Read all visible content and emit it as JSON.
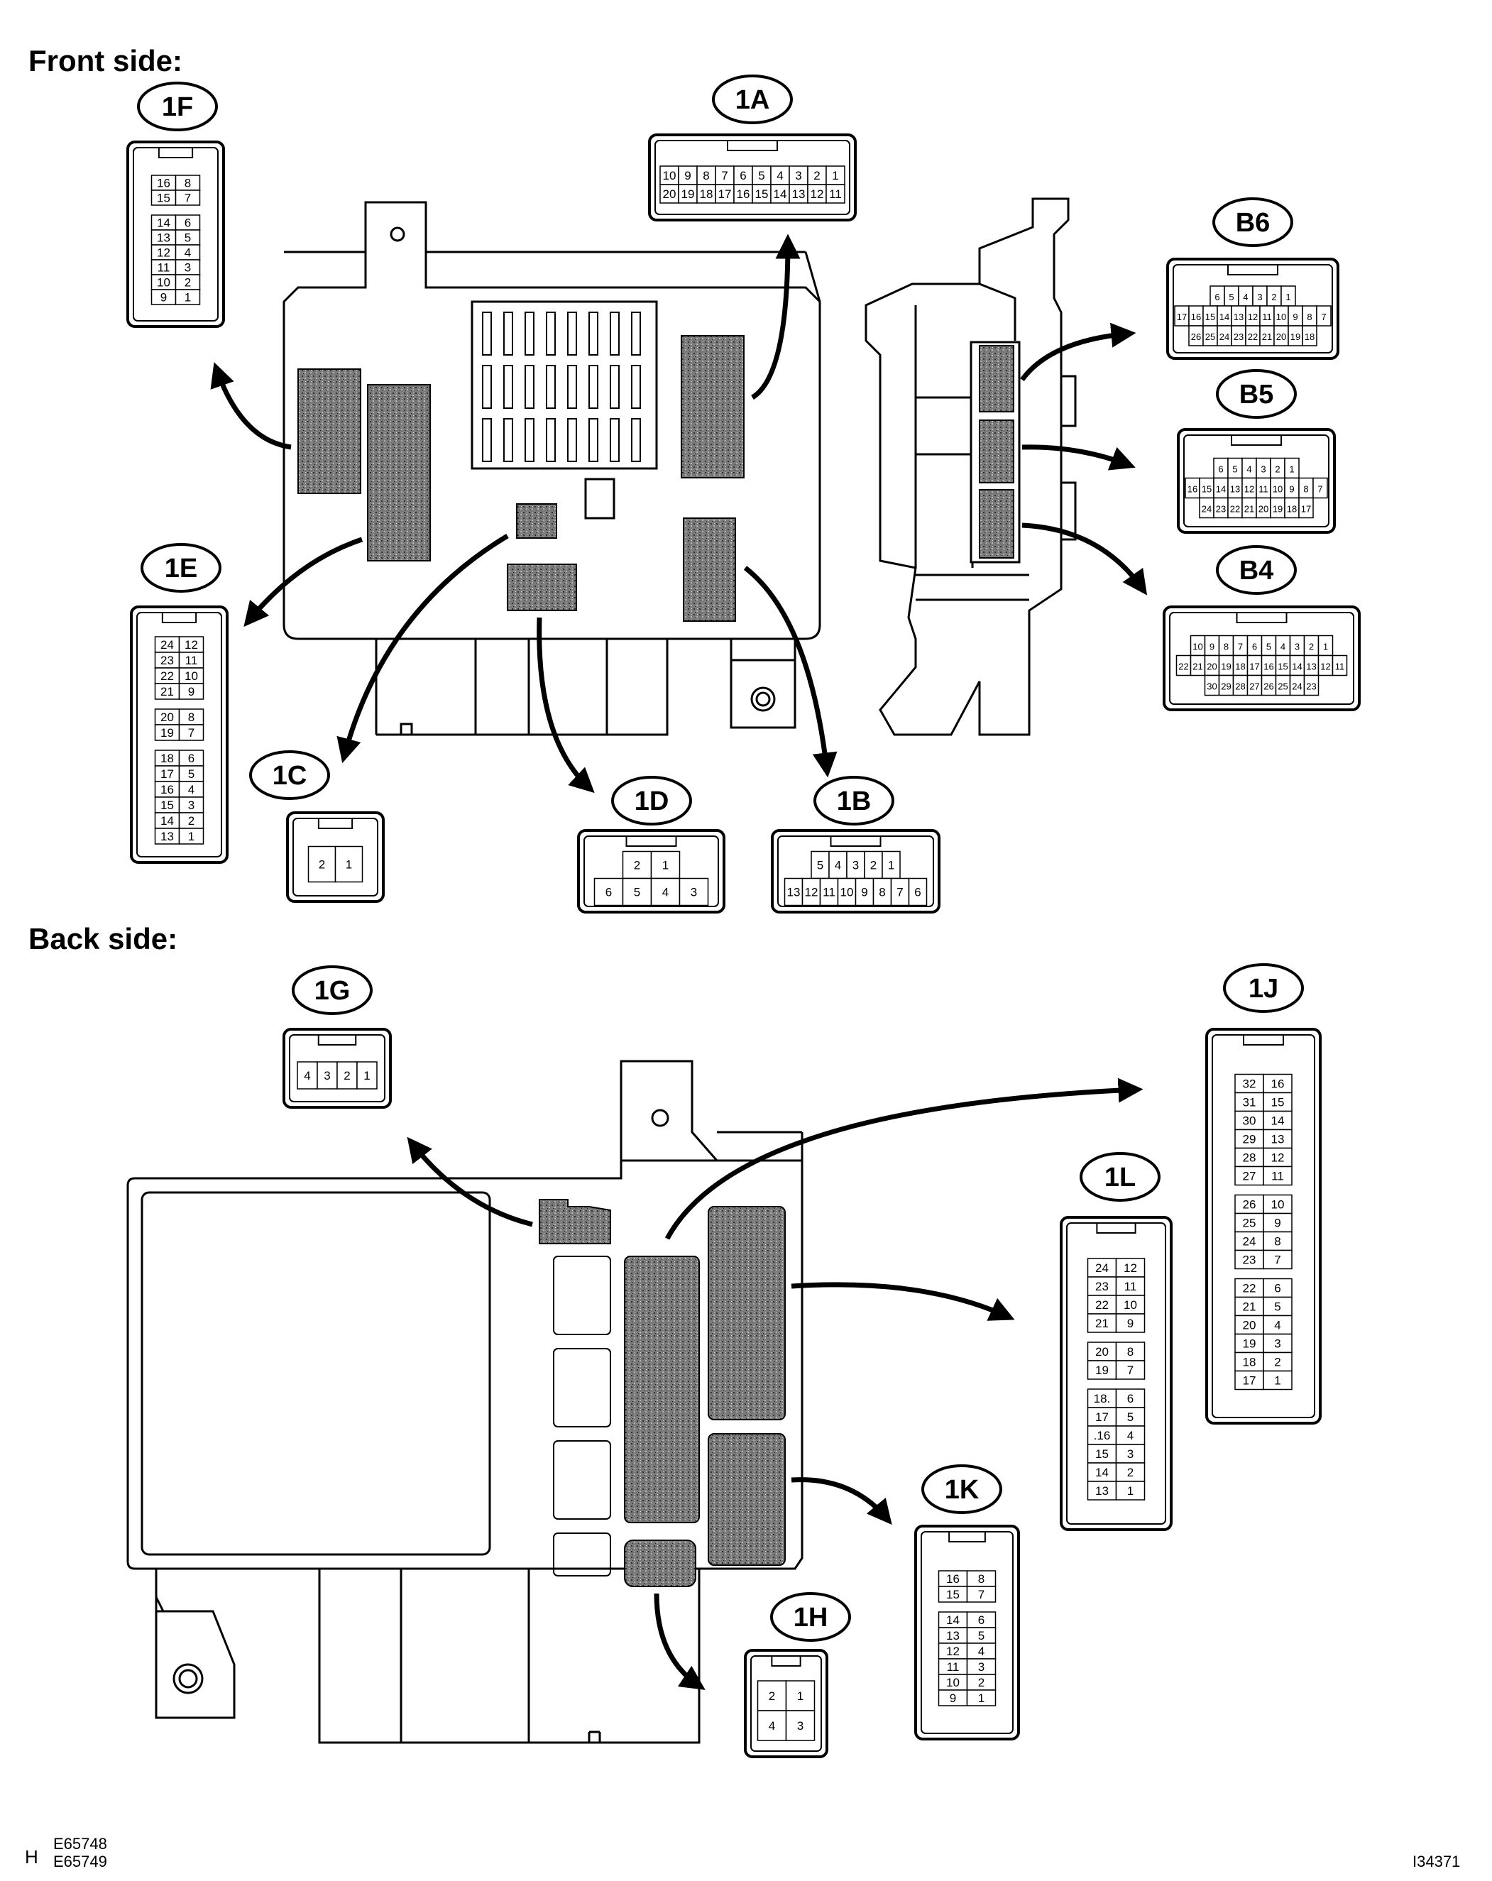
{
  "sections": {
    "front": "Front side:",
    "back": "Back side:"
  },
  "footer": {
    "prefix": "H",
    "codes": [
      "E65748",
      "E65749"
    ],
    "figure_id": "I34371"
  },
  "connectors": {
    "1F": {
      "label": "1F",
      "rows": [
        [
          "16",
          "8"
        ],
        [
          "15",
          "7"
        ],
        [
          "14",
          "6"
        ],
        [
          "13",
          "5"
        ],
        [
          "12",
          "4"
        ],
        [
          "11",
          "3"
        ],
        [
          "10",
          "2"
        ],
        [
          "9",
          "1"
        ]
      ]
    },
    "1A": {
      "label": "1A",
      "rows": [
        [
          "10",
          "9",
          "8",
          "7",
          "6",
          "5",
          "4",
          "3",
          "2",
          "1"
        ],
        [
          "20",
          "19",
          "18",
          "17",
          "16",
          "15",
          "14",
          "13",
          "12",
          "11"
        ]
      ]
    },
    "B6": {
      "label": "B6",
      "rows": [
        [
          "6",
          "5",
          "4",
          "3",
          "2",
          "1"
        ],
        [
          "17",
          "16",
          "15",
          "14",
          "13",
          "12",
          "11",
          "10",
          "9",
          "8",
          "7"
        ],
        [
          "26",
          "25",
          "24",
          "23",
          "22",
          "21",
          "20",
          "19",
          "18"
        ]
      ]
    },
    "B5": {
      "label": "B5",
      "rows": [
        [
          "6",
          "5",
          "4",
          "3",
          "2",
          "1"
        ],
        [
          "16",
          "15",
          "14",
          "13",
          "12",
          "11",
          "10",
          "9",
          "8",
          "7"
        ],
        [
          "24",
          "23",
          "22",
          "21",
          "20",
          "19",
          "18",
          "17"
        ]
      ]
    },
    "B4": {
      "label": "B4",
      "rows": [
        [
          "10",
          "9",
          "8",
          "7",
          "6",
          "5",
          "4",
          "3",
          "2",
          "1"
        ],
        [
          "22",
          "21",
          "20",
          "19",
          "18",
          "17",
          "16",
          "15",
          "14",
          "13",
          "12",
          "11"
        ],
        [
          "30",
          "29",
          "28",
          "27",
          "26",
          "25",
          "24",
          "23"
        ]
      ]
    },
    "1E": {
      "label": "1E",
      "rows": [
        [
          "24",
          "12"
        ],
        [
          "23",
          "11"
        ],
        [
          "22",
          "10"
        ],
        [
          "21",
          "9"
        ],
        [
          "20",
          "8"
        ],
        [
          "19",
          "7"
        ],
        [
          "18",
          "6"
        ],
        [
          "17",
          "5"
        ],
        [
          "16",
          "4"
        ],
        [
          "15",
          "3"
        ],
        [
          "14",
          "2"
        ],
        [
          "13",
          "1"
        ]
      ]
    },
    "1C": {
      "label": "1C",
      "rows": [
        [
          "2",
          "1"
        ]
      ]
    },
    "1D": {
      "label": "1D",
      "rows": [
        [
          "2",
          "1"
        ],
        [
          "6",
          "5",
          "4",
          "3"
        ]
      ]
    },
    "1B": {
      "label": "1B",
      "rows": [
        [
          "5",
          "4",
          "3",
          "2",
          "1"
        ],
        [
          "13",
          "12",
          "11",
          "10",
          "9",
          "8",
          "7",
          "6"
        ]
      ]
    },
    "1G": {
      "label": "1G",
      "rows": [
        [
          "4",
          "3",
          "2",
          "1"
        ]
      ]
    },
    "1J": {
      "label": "1J",
      "rows": [
        [
          "32",
          "16"
        ],
        [
          "31",
          "15"
        ],
        [
          "30",
          "14"
        ],
        [
          "29",
          "13"
        ],
        [
          "28",
          "12"
        ],
        [
          "27",
          "11"
        ],
        [
          "26",
          "10"
        ],
        [
          "25",
          "9"
        ],
        [
          "24",
          "8"
        ],
        [
          "23",
          "7"
        ],
        [
          "22",
          "6"
        ],
        [
          "21",
          "5"
        ],
        [
          "20",
          "4"
        ],
        [
          "19",
          "3"
        ],
        [
          "18",
          "2"
        ],
        [
          "17",
          "1"
        ]
      ]
    },
    "1L": {
      "label": "1L",
      "rows": [
        [
          "24",
          "12"
        ],
        [
          "23",
          "11"
        ],
        [
          "22",
          "10"
        ],
        [
          "21",
          "9"
        ],
        [
          "20",
          "8"
        ],
        [
          "19",
          "7"
        ],
        [
          "18.",
          "6"
        ],
        [
          "17",
          "5"
        ],
        [
          ".16",
          "4"
        ],
        [
          "15",
          "3"
        ],
        [
          "14",
          "2"
        ],
        [
          "13",
          "1"
        ]
      ]
    },
    "1K": {
      "label": "1K",
      "rows": [
        [
          "16",
          "8"
        ],
        [
          "15",
          "7"
        ],
        [
          "14",
          "6"
        ],
        [
          "13",
          "5"
        ],
        [
          "12",
          "4"
        ],
        [
          "11",
          "3"
        ],
        [
          "10",
          "2"
        ],
        [
          "9",
          "1"
        ]
      ]
    },
    "1H": {
      "label": "1H",
      "rows": [
        [
          "2",
          "1"
        ],
        [
          "4",
          "3"
        ]
      ]
    }
  }
}
